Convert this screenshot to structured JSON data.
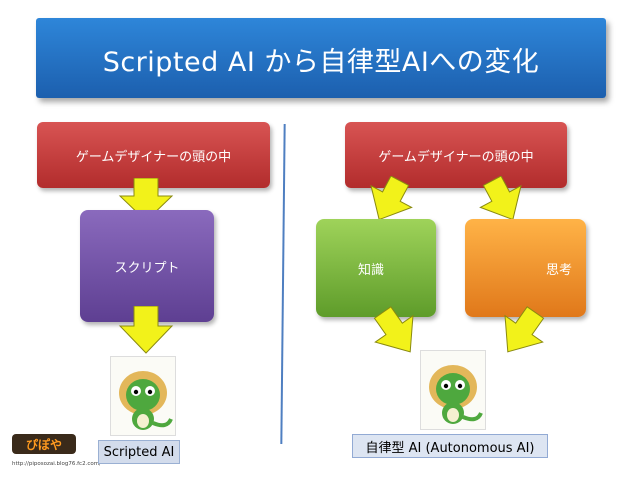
{
  "title": "Scripted AI から自律型AIへの変化",
  "left": {
    "designer_box": "ゲームデザイナーの頭の中",
    "script_box": "スクリプト",
    "caption": "Scripted AI"
  },
  "right": {
    "designer_box": "ゲームデザイナーの頭の中",
    "knowledge_box": "知識",
    "thinking_box": "思考",
    "caption": "自律型 AI (Autonomous AI)"
  },
  "footer": {
    "logo_text": "ぴぽや",
    "url": "http://piposozai.blog76.fc2.com/"
  },
  "colors": {
    "banner": "#1c5fae",
    "designer_box": "#c0392b",
    "script_box": "#6b4fa0",
    "knowledge_box": "#7bbf3e",
    "thinking_box": "#f39c2a",
    "arrow": "#f2f21a"
  }
}
